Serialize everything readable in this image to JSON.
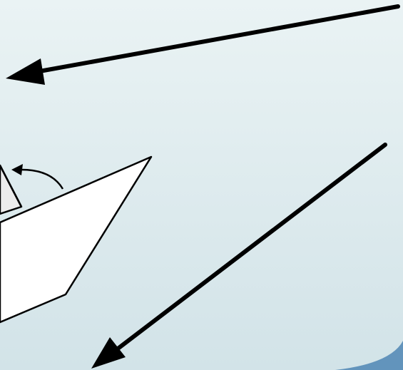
{
  "colors": {
    "background_top": "#eaf3f4",
    "background_bottom": "#d2e3e8",
    "stroke": "#000000",
    "shape_fill": "#ffffff",
    "shadow_fill": "#ececec",
    "accent_edge": "#4f86b4"
  },
  "elements": {
    "shapes": [
      "paper-boat-shape",
      "boat-fold-flap"
    ],
    "arrows": [
      "arrow-upper-left",
      "arrow-lower-left",
      "curved-arrow"
    ]
  }
}
